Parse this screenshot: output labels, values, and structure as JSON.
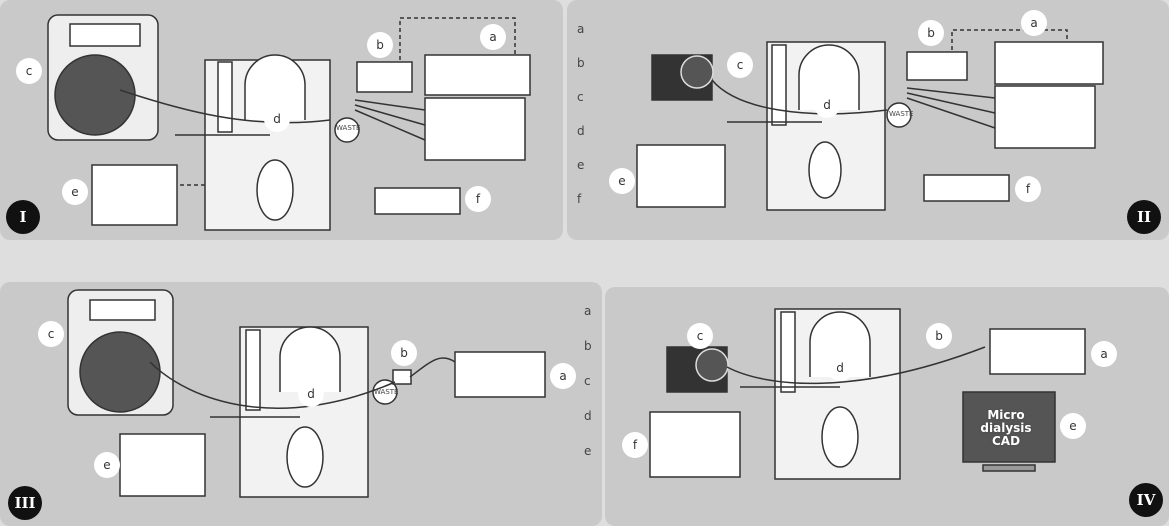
{
  "panels": [
    {
      "numeral": "I",
      "labels": {
        "a": "a",
        "b": "b",
        "c": "c",
        "d": "d",
        "e": "e",
        "f": "f"
      },
      "waste": "WASTE"
    },
    {
      "numeral": "II",
      "labels": {
        "a": "a",
        "b": "b",
        "c": "c",
        "d": "d",
        "e": "e",
        "f": "f"
      },
      "waste": "WASTE"
    },
    {
      "numeral": "III",
      "labels": {
        "a": "a",
        "b": "b",
        "c": "c",
        "d": "d",
        "e": "e"
      },
      "waste": "WASTE"
    },
    {
      "numeral": "IV",
      "labels": {
        "a": "a",
        "b": "b",
        "c": "c",
        "d": "d",
        "e": "e",
        "f": "f"
      }
    }
  ],
  "legend_top": [
    "a",
    "b",
    "c",
    "d",
    "e",
    "f"
  ],
  "legend_bottom": [
    "a",
    "b",
    "c",
    "d",
    "e"
  ],
  "monitor_text": [
    "Micro",
    "dialysis",
    "CAD"
  ],
  "colors": {
    "panel": "#c9c9c9",
    "background": "#dedede",
    "line": "#333333",
    "badge": "#111111"
  }
}
